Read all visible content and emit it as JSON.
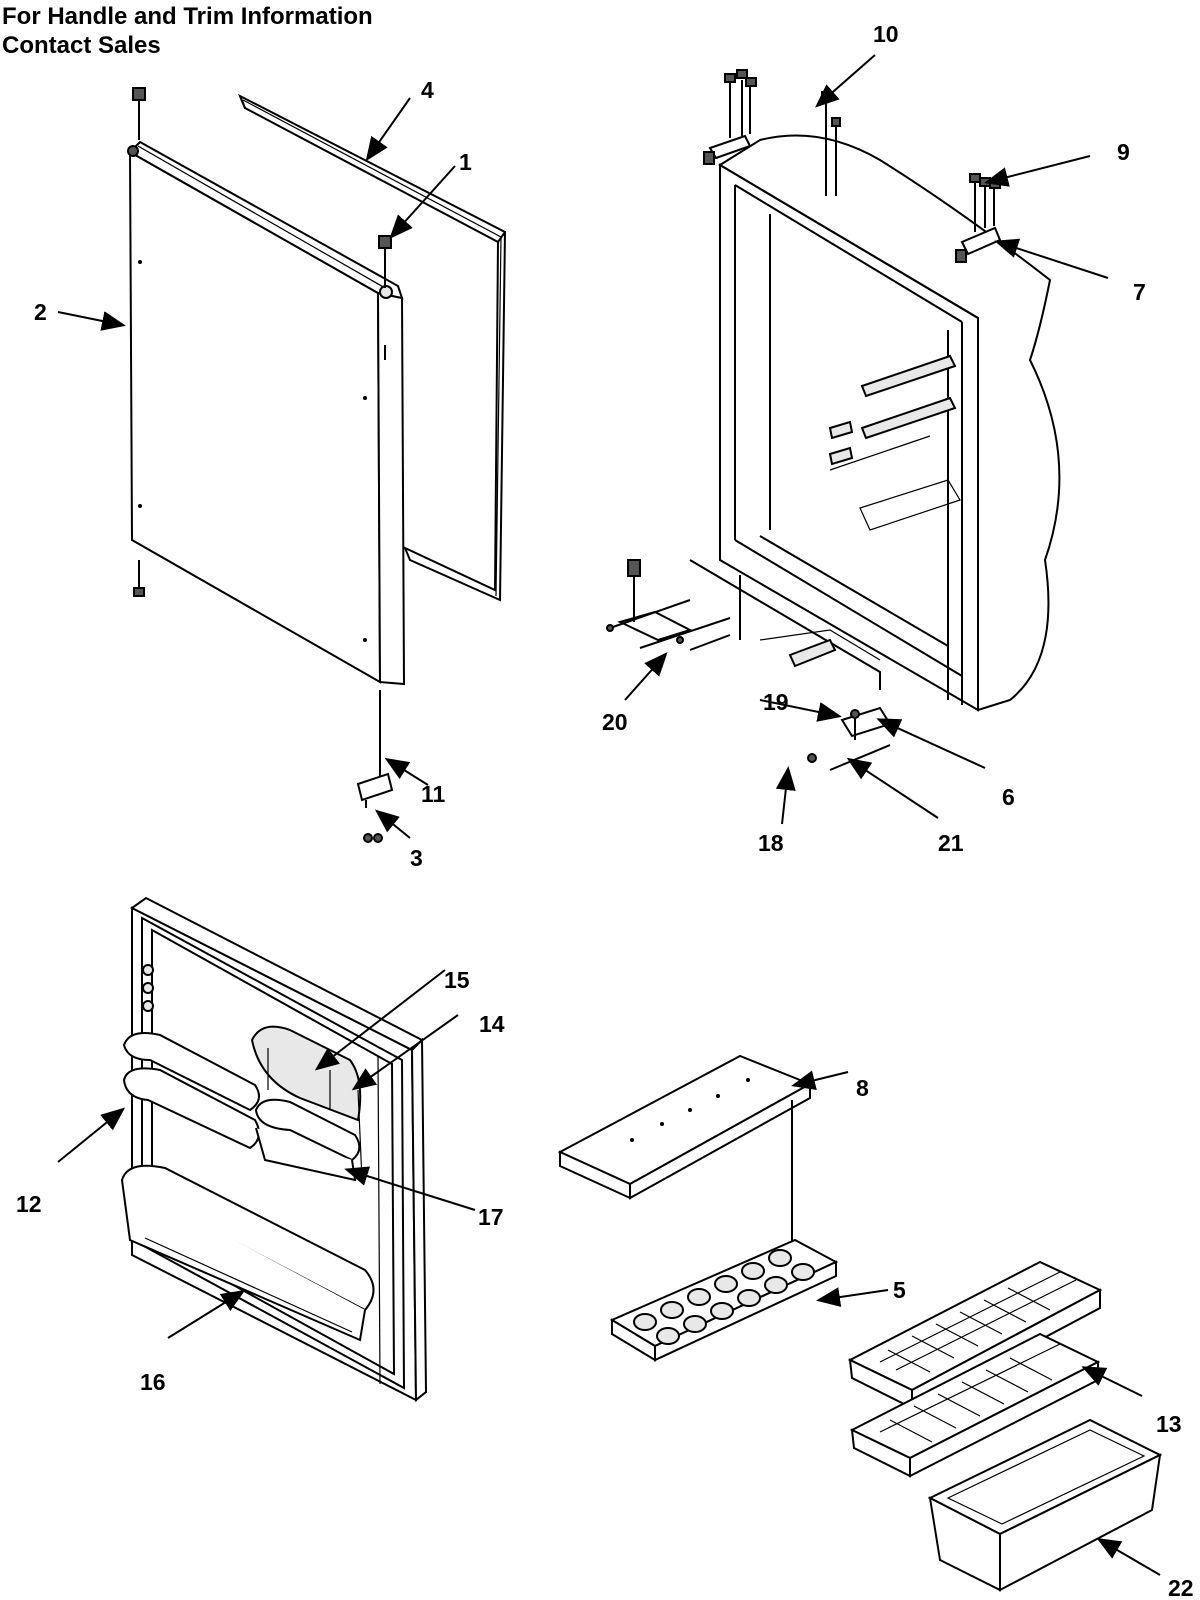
{
  "header": {
    "line1": "For Handle and Trim Information",
    "line2": "Contact Sales"
  },
  "callouts": {
    "c1": "1",
    "c2": "2",
    "c3": "3",
    "c4": "4",
    "c5": "5",
    "c6": "6",
    "c7": "7",
    "c8": "8",
    "c9": "9",
    "c10": "10",
    "c11": "11",
    "c12": "12",
    "c13": "13",
    "c14": "14",
    "c15": "15",
    "c16": "16",
    "c17": "17",
    "c18": "18",
    "c19": "19",
    "c20": "20",
    "c21": "21",
    "c22": "22"
  }
}
